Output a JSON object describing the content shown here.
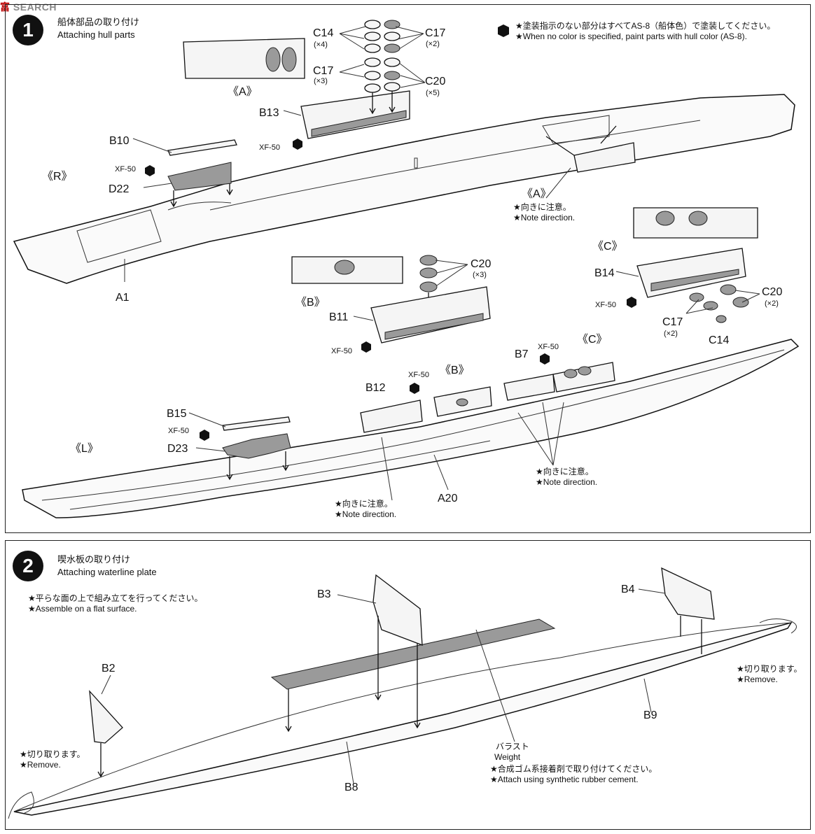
{
  "watermark": {
    "prefix": "富",
    "text": "SEARCH"
  },
  "step1": {
    "number": "1",
    "title_jp": "船体部品の取り付け",
    "title_en": "Attaching hull parts",
    "paint_note_jp": "★塗装指示のない部分はすべてAS-8（船体色）で塗装してください。",
    "paint_note_en": "★When no color is specified, paint parts with hull color (AS-8).",
    "labels": {
      "c14": "C14",
      "c14_qty": "(×4)",
      "c17": "C17",
      "c17_qty": "(×2)",
      "c17b": "C17",
      "c17b_qty": "(×3)",
      "c20": "C20",
      "c20_qty": "(×5)",
      "a_top": "《A》",
      "b13": "B13",
      "xf50_1": "XF-50",
      "b10": "B10",
      "r": "《R》",
      "xf50_2": "XF-50",
      "d22": "D22",
      "a1": "A1",
      "a_right": "《A》",
      "note_jp_1": "★向きに注意。",
      "note_en_1": "★Note direction.",
      "c_top": "《C》",
      "b14": "B14",
      "c20b": "C20",
      "c20b_qty": "(×2)",
      "xf50_3": "XF-50",
      "c17c": "C17",
      "c17c_qty": "(×2)",
      "c14b": "C14",
      "c20c": "C20",
      "c20c_qty": "(×3)",
      "b_top": "《B》",
      "b11": "B11",
      "xf50_4": "XF-50",
      "b7": "B7",
      "xf50_5": "XF-50",
      "c_mid": "《C》",
      "b12": "B12",
      "xf50_6": "XF-50",
      "b_mid": "《B》",
      "b15": "B15",
      "xf50_7": "XF-50",
      "d23": "D23",
      "l": "《L》",
      "a20": "A20",
      "note_jp_2": "★向きに注意。",
      "note_en_2": "★Note direction.",
      "note_jp_3": "★向きに注意。",
      "note_en_3": "★Note direction."
    }
  },
  "step2": {
    "number": "2",
    "title_jp": "喫水板の取り付け",
    "title_en": "Attaching waterline plate",
    "flat_jp": "★平らな面の上で組み立てを行ってください。",
    "flat_en": "★Assemble on a flat surface.",
    "labels": {
      "b3": "B3",
      "b4": "B4",
      "b2": "B2",
      "b8": "B8",
      "b9": "B9",
      "remove_jp_l": "★切り取ります。",
      "remove_en_l": "★Remove.",
      "remove_jp_r": "★切り取ります。",
      "remove_en_r": "★Remove.",
      "weight_jp": "バラスト",
      "weight_en": "Weight",
      "cement_jp": "★合成ゴム系接着剤で取り付けてください。",
      "cement_en": "★Attach using synthetic rubber cement."
    }
  }
}
